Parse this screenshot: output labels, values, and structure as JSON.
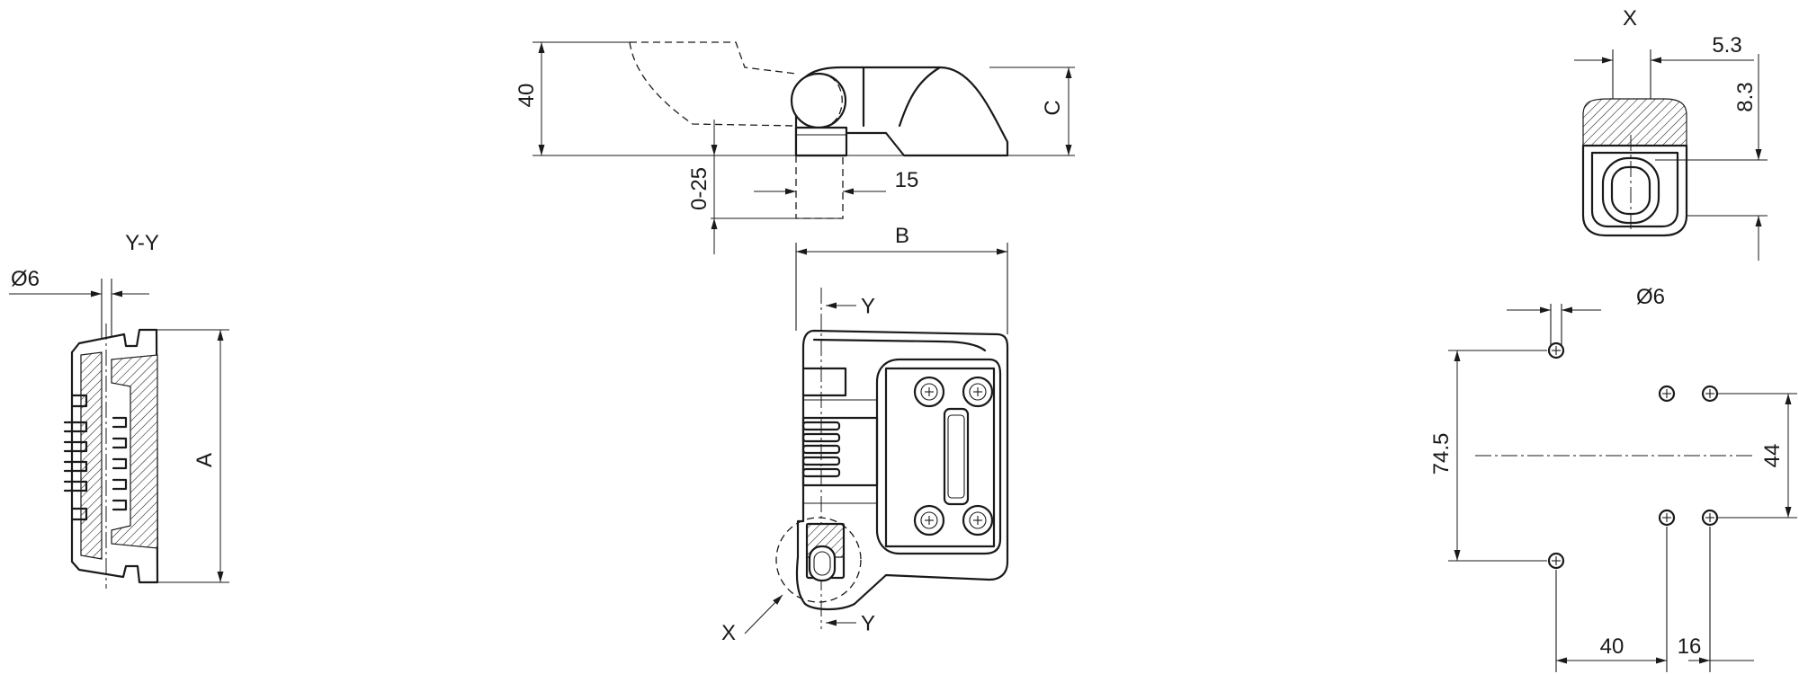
{
  "section_view": {
    "title": "Y-Y",
    "dim_diameter": "Ø6",
    "dim_height": "A"
  },
  "side_view": {
    "dim_height": "40",
    "dim_height_right": "C",
    "dim_travel": "0-25",
    "dim_offset": "15"
  },
  "front_view": {
    "dim_width": "B",
    "section_mark_top": "Y",
    "section_mark_bottom": "Y",
    "detail_mark": "X"
  },
  "detail_view": {
    "title": "X",
    "dim_width": "5.3",
    "dim_height": "8.3"
  },
  "hole_pattern": {
    "dim_diameter": "Ø6",
    "dim_vertical_outer": "74.5",
    "dim_vertical_inner": "44",
    "dim_horizontal_1": "40",
    "dim_horizontal_2": "16"
  }
}
